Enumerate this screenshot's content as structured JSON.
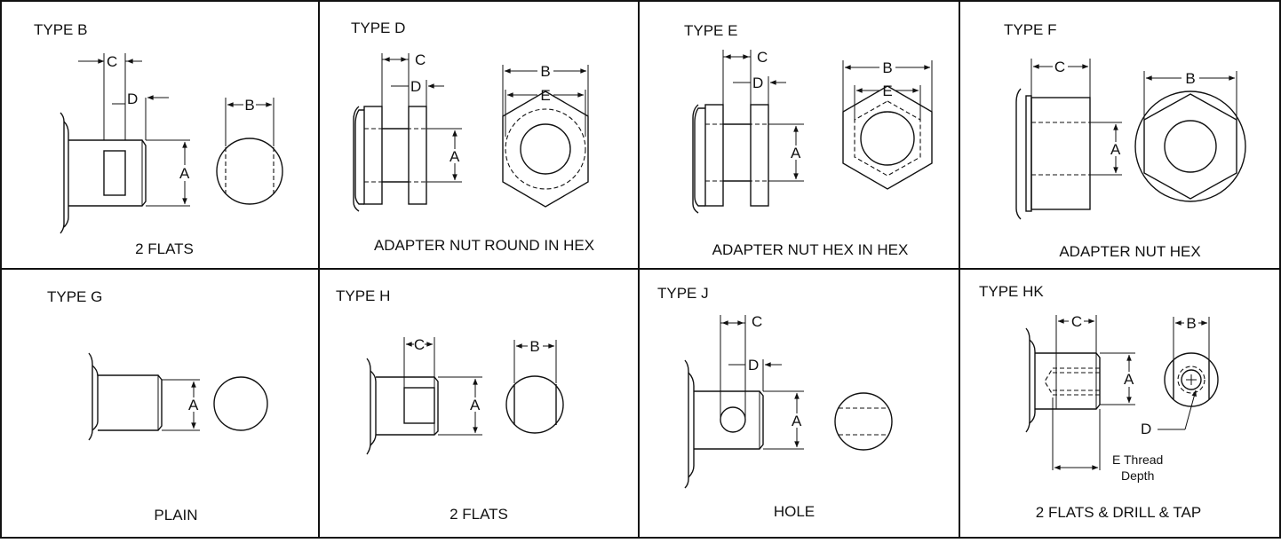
{
  "panels": [
    {
      "title": "TYPE B",
      "caption": "2 FLATS"
    },
    {
      "title": "TYPE D",
      "caption": "ADAPTER NUT ROUND IN HEX"
    },
    {
      "title": "TYPE E",
      "caption": "ADAPTER NUT HEX IN HEX"
    },
    {
      "title": "TYPE F",
      "caption": "ADAPTER NUT  HEX"
    },
    {
      "title": "TYPE G",
      "caption": "PLAIN"
    },
    {
      "title": "TYPE H",
      "caption": "2 FLATS"
    },
    {
      "title": "TYPE J",
      "caption": "HOLE"
    },
    {
      "title": "TYPE HK",
      "caption": "2 FLATS & DRILL & TAP"
    }
  ],
  "dims": {
    "a": "A",
    "b": "B",
    "c": "C",
    "d": "D",
    "e": "E"
  },
  "notes": {
    "thread_1": "E Thread",
    "thread_2": "Depth"
  }
}
